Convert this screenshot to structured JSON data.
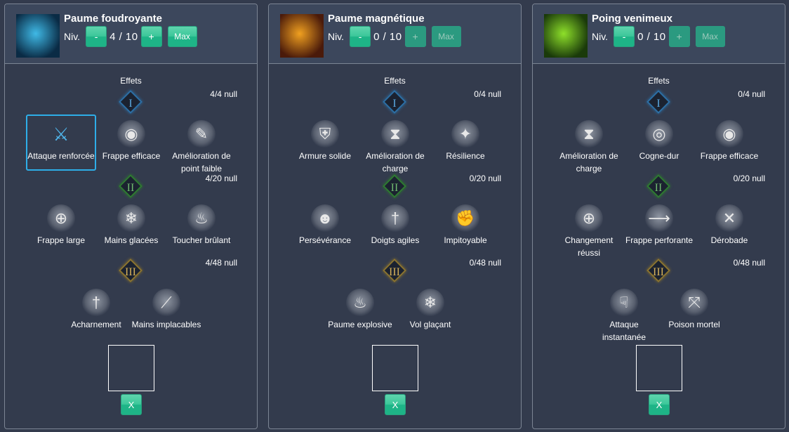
{
  "panels": [
    {
      "title": "Paume foudroyante",
      "image": "lightning-palm-skill-image",
      "image_colors": [
        "#0a2b45",
        "#3fb9e6"
      ],
      "level_label": "Niv.",
      "level_value": "4 / 10",
      "minus_label": "-",
      "plus_label": "+",
      "max_label": "Max",
      "plus_disabled": false,
      "max_disabled": false,
      "effets_label": "Effets",
      "tiers": [
        {
          "numeral": "I",
          "count": "4/4 null",
          "nodes": [
            {
              "label": "Attaque renforcée",
              "icon": "crossed-swords-icon",
              "selected": true
            },
            {
              "label": "Frappe efficace",
              "icon": "orb-down-arrow-icon",
              "selected": false
            },
            {
              "label": "Amélioration de point faible",
              "icon": "weak-point-icon",
              "selected": false
            }
          ]
        },
        {
          "numeral": "II",
          "count": "4/20 null",
          "nodes": [
            {
              "label": "Frappe large",
              "icon": "wide-strike-icon"
            },
            {
              "label": "Mains glacées",
              "icon": "snowflake-icon"
            },
            {
              "label": "Toucher brûlant",
              "icon": "flame-icon"
            }
          ]
        },
        {
          "numeral": "III",
          "count": "4/48 null",
          "nodes": [
            {
              "label": "Acharnement",
              "icon": "sword-swirl-icon"
            },
            {
              "label": "Mains implacables",
              "icon": "sword-slash-icon"
            }
          ]
        }
      ],
      "clear_label": "X"
    },
    {
      "title": "Paume magnétique",
      "image": "magnetic-palm-skill-image",
      "image_colors": [
        "#4a1a0a",
        "#f0a020"
      ],
      "level_label": "Niv.",
      "level_value": "0 / 10",
      "minus_label": "-",
      "plus_label": "+",
      "max_label": "Max",
      "plus_disabled": true,
      "max_disabled": true,
      "effets_label": "Effets",
      "tiers": [
        {
          "numeral": "I",
          "count": "0/4 null",
          "nodes": [
            {
              "label": "Armure solide",
              "icon": "shield-plus-icon"
            },
            {
              "label": "Amélioration de charge",
              "icon": "hourglass-down-icon"
            },
            {
              "label": "Résilience",
              "icon": "orb-plus-icon"
            }
          ]
        },
        {
          "numeral": "II",
          "count": "0/20 null",
          "nodes": [
            {
              "label": "Persévérance",
              "icon": "person-aura-icon"
            },
            {
              "label": "Doigts agiles",
              "icon": "sword-swirl-icon"
            },
            {
              "label": "Impitoyable",
              "icon": "fist-burst-icon"
            }
          ]
        },
        {
          "numeral": "III",
          "count": "0/48 null",
          "nodes": [
            {
              "label": "Paume explosive",
              "icon": "flame-icon"
            },
            {
              "label": "Vol glaçant",
              "icon": "snowflake-icon"
            }
          ]
        }
      ],
      "clear_label": "X"
    },
    {
      "title": "Poing venimeux",
      "image": "venom-fist-skill-image",
      "image_colors": [
        "#1a3a0a",
        "#8ee02a"
      ],
      "level_label": "Niv.",
      "level_value": "0 / 10",
      "minus_label": "-",
      "plus_label": "+",
      "max_label": "Max",
      "plus_disabled": true,
      "max_disabled": true,
      "effets_label": "Effets",
      "tiers": [
        {
          "numeral": "I",
          "count": "0/4 null",
          "nodes": [
            {
              "label": "Amélioration de charge",
              "icon": "hourglass-down-icon"
            },
            {
              "label": "Cogne-dur",
              "icon": "orb-swirl-icon"
            },
            {
              "label": "Frappe efficace",
              "icon": "orb-down-arrow-icon"
            }
          ]
        },
        {
          "numeral": "II",
          "count": "0/20 null",
          "nodes": [
            {
              "label": "Changement réussi",
              "icon": "wide-strike-icon"
            },
            {
              "label": "Frappe perforante",
              "icon": "piercing-sword-icon"
            },
            {
              "label": "Dérobade",
              "icon": "evade-swirl-icon"
            }
          ]
        },
        {
          "numeral": "III",
          "count": "0/48 null",
          "nodes": [
            {
              "label": "Attaque instantanée",
              "icon": "falling-hand-icon"
            },
            {
              "label": "Poison mortel",
              "icon": "crossed-arrows-icon"
            }
          ]
        }
      ],
      "clear_label": "X"
    }
  ],
  "icon_glyphs": {
    "crossed-swords-icon": "⚔",
    "orb-down-arrow-icon": "◉",
    "weak-point-icon": "✎",
    "wide-strike-icon": "⊕",
    "snowflake-icon": "❄",
    "flame-icon": "♨",
    "sword-swirl-icon": "†",
    "sword-slash-icon": "⟋",
    "shield-plus-icon": "⛨",
    "hourglass-down-icon": "⧗",
    "orb-plus-icon": "✦",
    "person-aura-icon": "☻",
    "fist-burst-icon": "✊",
    "orb-swirl-icon": "◎",
    "piercing-sword-icon": "⟶",
    "evade-swirl-icon": "✕",
    "falling-hand-icon": "☟",
    "crossed-arrows-icon": "⤧"
  }
}
